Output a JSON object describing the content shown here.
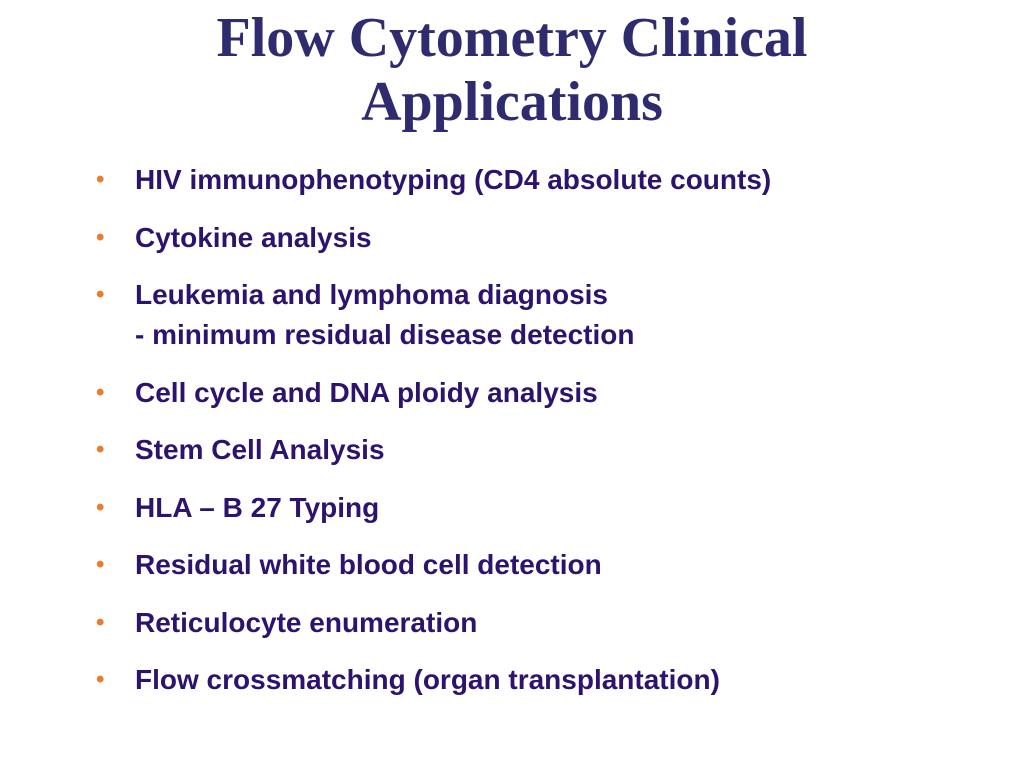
{
  "colors": {
    "title": "#2e2c6e",
    "text": "#2e136e",
    "bullet": "#e87d2e",
    "background": "#ffffff"
  },
  "title": {
    "line1": "Flow Cytometry Clinical",
    "line2": "Applications"
  },
  "bullet_symbol": "•",
  "bullets": [
    {
      "text": "HIV immunophenotyping (CD4 absolute counts)"
    },
    {
      "text": "Cytokine analysis"
    },
    {
      "text": "Leukemia and lymphoma diagnosis",
      "sub": "- minimum residual disease detection"
    },
    {
      "text": "Cell cycle and DNA ploidy analysis"
    },
    {
      "text": "Stem Cell Analysis"
    },
    {
      "text": "HLA – B 27 Typing"
    },
    {
      "text": "Residual white blood cell detection"
    },
    {
      "text": "Reticulocyte enumeration"
    },
    {
      "text": "Flow crossmatching (organ transplantation)"
    }
  ]
}
